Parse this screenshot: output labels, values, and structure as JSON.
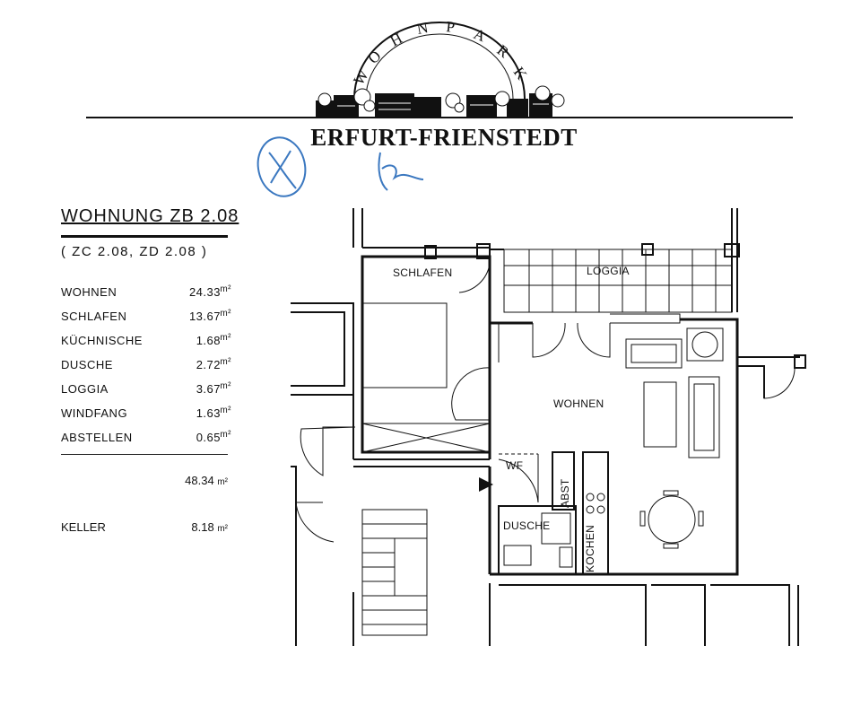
{
  "logo": {
    "arc_text": "W·O·H·N·P·A·R·K",
    "title": "ERFURT-FRIENSTEDT"
  },
  "unit": {
    "title": "WOHNUNG ZB 2.08",
    "subtitle": "( ZC 2.08, ZD 2.08 )"
  },
  "areas": [
    {
      "name": "WOHNEN",
      "value": "24.33",
      "unit": "m²"
    },
    {
      "name": "SCHLAFEN",
      "value": "13.67",
      "unit": "m²"
    },
    {
      "name": "KÜCHNISCHE",
      "value": "1.68",
      "unit": "m²"
    },
    {
      "name": "DUSCHE",
      "value": "2.72",
      "unit": "m²"
    },
    {
      "name": "LOGGIA",
      "value": "3.67",
      "unit": "m²"
    },
    {
      "name": "WINDFANG",
      "value": "1.63",
      "unit": "m²"
    },
    {
      "name": "ABSTELLEN",
      "value": "0.65",
      "unit": "m²"
    }
  ],
  "total": {
    "value": "48.34",
    "unit": "m²"
  },
  "keller": {
    "name": "KELLER",
    "value": "8.18",
    "unit": "m²"
  },
  "rooms": {
    "schlafen": "SCHLAFEN",
    "loggia": "LOGGIA",
    "wohnen": "WOHNEN",
    "wf": "WF",
    "abst": "ABST",
    "dusche": "DUSCHE",
    "kochen": "KOCHEN"
  },
  "colors": {
    "ink": "#111111",
    "handwriting": "#3b78c0"
  }
}
